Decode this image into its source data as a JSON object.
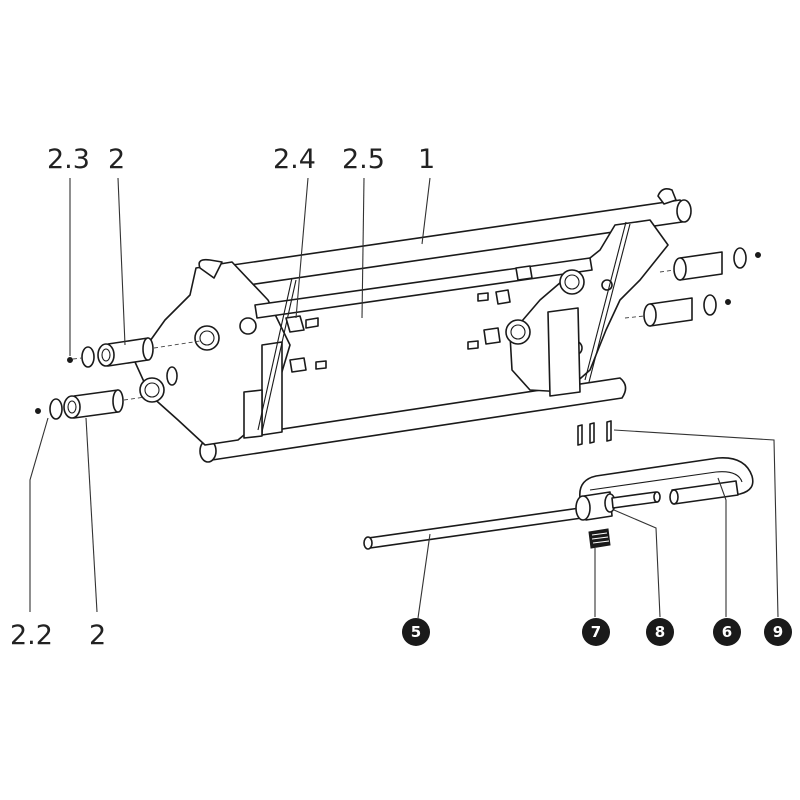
{
  "labels": {
    "l_2_3": "2.3",
    "l_2_top": "2",
    "l_2_4": "2.4",
    "l_2_5": "2.5",
    "l_1": "1",
    "l_2_2": "2.2",
    "l_2_bottom": "2"
  },
  "badges": {
    "b5": "5",
    "b7": "7",
    "b8": "8",
    "b6": "6",
    "b9": "9"
  },
  "colors": {
    "line": "#1a1a1a",
    "badge_fill": "#1a1a1a",
    "badge_text": "#ffffff",
    "background": "#ffffff"
  }
}
